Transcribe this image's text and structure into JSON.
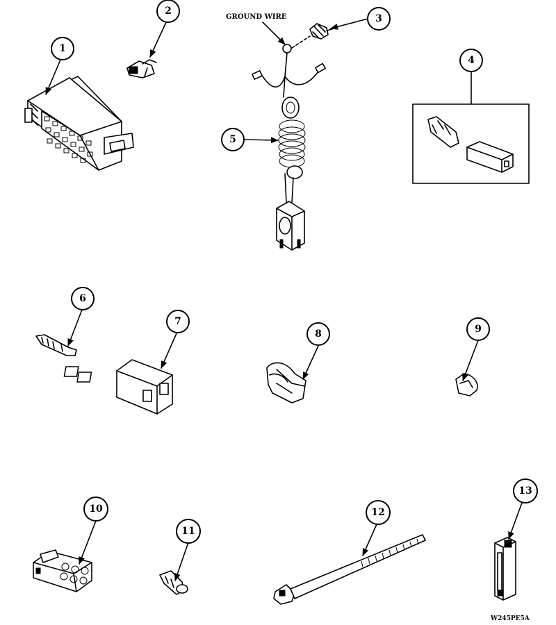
{
  "callouts": {
    "c1": "1",
    "c2": "2",
    "c3": "3",
    "c4": "4",
    "c5": "5",
    "c6": "6",
    "c7": "7",
    "c8": "8",
    "c9": "9",
    "c10": "10",
    "c11": "11",
    "c12": "12",
    "c13": "13"
  },
  "labels": {
    "ground_wire": "GROUND WIRE",
    "figure_code": "W245PE5A"
  }
}
